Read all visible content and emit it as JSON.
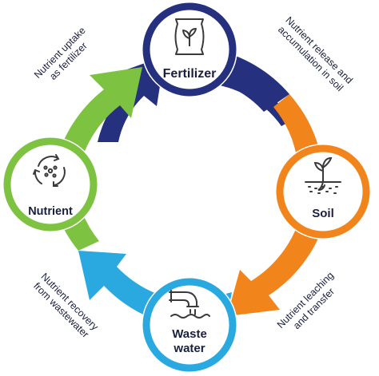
{
  "colors": {
    "fertilizer": "#25307f",
    "soil": "#f2841c",
    "wastewater": "#29a9e0",
    "nutrient": "#7ec242",
    "icon": "#3a3a3a",
    "text": "#1a1f3d"
  },
  "nodes": {
    "fertilizer": {
      "label": "Fertilizer",
      "icon": "fertilizer-bag-icon"
    },
    "soil": {
      "label": "Soil",
      "icon": "sprout-in-soil-icon"
    },
    "wastewater": {
      "label_line1": "Waste",
      "label_line2": "water",
      "icon": "drain-pipe-icon"
    },
    "nutrient": {
      "label": "Nutrient",
      "icon": "recycle-molecule-icon"
    }
  },
  "edges": {
    "fertilizer_to_soil": {
      "line1": "Nutrient release and",
      "line2": "accumulation in soil"
    },
    "soil_to_wastewater": {
      "line1": "Nutrient leaching",
      "line2": "and transfer"
    },
    "wastewater_to_nutrient": {
      "line1": "Nutrient recovery",
      "line2": "from wastewater"
    },
    "nutrient_to_fertilizer": {
      "line1": "Nutrient uptake",
      "line2": "as fertilizer"
    }
  }
}
